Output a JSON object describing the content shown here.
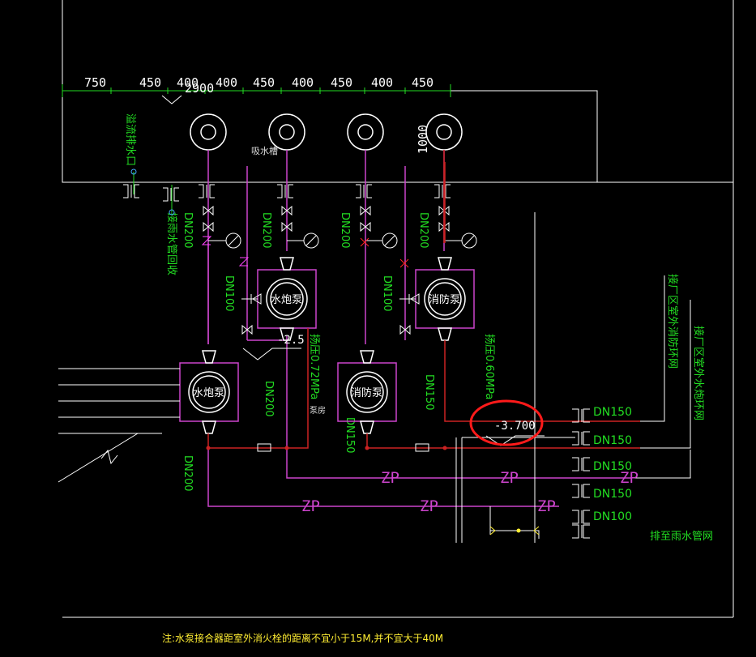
{
  "colors": {
    "background": "#000000",
    "outline": "#ffffff",
    "suction_pipe": "#cc44cc",
    "discharge_pipe": "#cc2222",
    "text_green": "#22dd22",
    "annotation": "#ff2222",
    "yellow": "#ffee33"
  },
  "dimensions": [
    "750",
    "450",
    "400",
    "400",
    "450",
    "400",
    "450",
    "400",
    "450"
  ],
  "dim_overlap": "2900",
  "dim_vertical": "1000",
  "tank_label": "吸水槽",
  "left_tank_note": "溢流排水口",
  "drain_note": "接雨水管回收",
  "pipe_labels": {
    "dn200_a": "DN200",
    "dn200_b": "DN200",
    "dn200_c": "DN200",
    "dn200_d": "DN200",
    "dn100_a": "DN100",
    "dn100_b": "DN100",
    "dn200_mid": "DN200",
    "dn150_mid": "DN150",
    "dn150_right": "DN150",
    "dn200_bottom": "DN200"
  },
  "pumps": {
    "p1": "水炮泵",
    "p2": "消防泵",
    "p3": "水炮泵",
    "p4": "消防泵"
  },
  "level_left": "-2.5",
  "level_right": "-3.700",
  "pressure_left": "扬压0.72MPa",
  "pressure_right": "扬压0.60MPa",
  "room_note": "泵房",
  "zp": [
    "ZP",
    "ZP",
    "ZP",
    "ZP",
    "ZP",
    "ZP"
  ],
  "outlets": [
    "DN150",
    "DN150",
    "DN150",
    "DN150",
    "DN100"
  ],
  "right_vertical_1": "接厂区室外消防环网",
  "right_vertical_2": "接厂区室外水炮环网",
  "rain_label": "排至雨水管网",
  "footnote": "注:水泵接合器距室外消火栓的距离不宜小于15M,并不宜大于40M"
}
